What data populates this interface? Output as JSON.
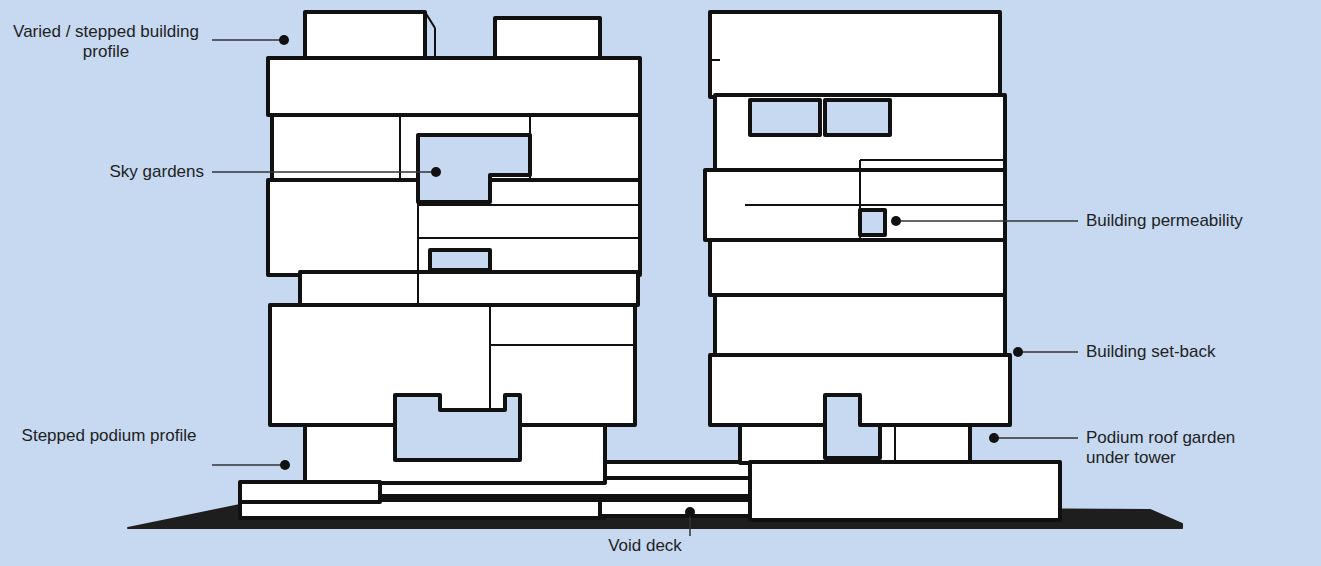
{
  "diagram": {
    "labels": [
      "Varied / stepped building profile",
      "Sky gardens",
      "Stepped podium profile",
      "Void deck",
      "Building permeability",
      "Building set-back",
      "Podium roof garden under tower"
    ]
  }
}
